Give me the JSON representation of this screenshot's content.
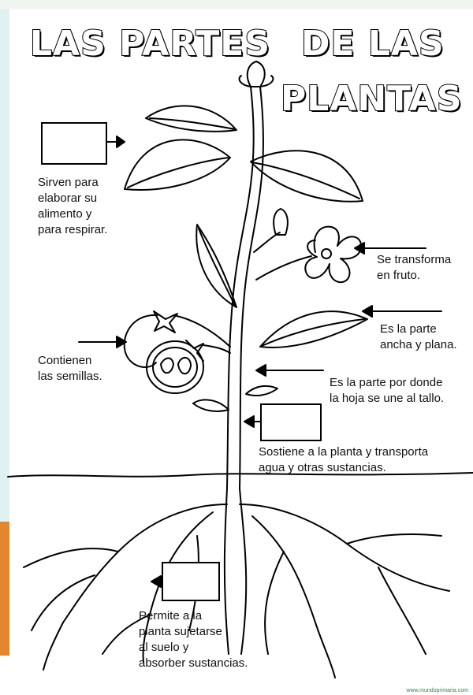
{
  "title": {
    "part1": "LAS PARTES",
    "part2": "DE LAS",
    "part3": "PLANTAS"
  },
  "labels": {
    "leaves": "Sirven para\nelaborar su\nalimento y\npara respirar.",
    "flower": "Se transforma\nen fruto.",
    "leaf_blade": "Es la parte\nancha y plana.",
    "fruit": "Contienen\nlas semillas.",
    "petiole": "Es la parte por donde\nla hoja se une al tallo.",
    "stem": "Sostiene a la planta y transporta\nagua y otras sustancias.",
    "roots": "Permite a la\nplanta sujetarse\nal suelo y\nabsorber sustancias."
  },
  "footer": "www.mundoprimaria.com",
  "colors": {
    "accent_strip_left": "#dff1f0",
    "accent_strip_bottom": "#e3862e"
  }
}
